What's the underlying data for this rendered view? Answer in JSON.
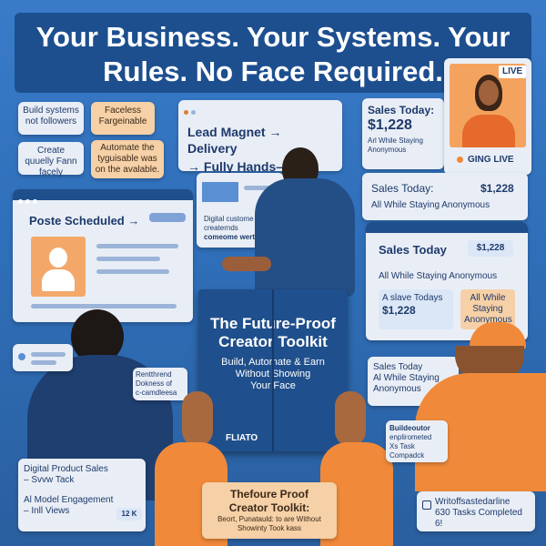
{
  "headline": {
    "line1": "Your Business. Your Systems. Your",
    "line2": "Rules. No Face Required."
  },
  "notes": {
    "n1": "Build systems not followers",
    "n2": "Faceless Fargeinable",
    "n3": "Create quuelly Fann facely",
    "n4": "Automate the tyguisable was on the avalable."
  },
  "lead_card": {
    "line1": "Lead Magnet → Delivery",
    "line2": "→ Fully Hands–Off"
  },
  "posts_card": {
    "title": "Poste Scheduled →"
  },
  "digital_card": {
    "line1": "Digital custome",
    "line2": "creaternds",
    "line3": "comeome werted"
  },
  "sales1": {
    "title": "Sales Today:",
    "value": "$1,228",
    "sub": "Arl While Staying Anonymous"
  },
  "live_card": {
    "badge": "LIVE",
    "status": "GING LIVE"
  },
  "sales2": {
    "title": "Sales Today:",
    "value": "$1,228",
    "sub": "All While Staying Anonymous"
  },
  "sales3": {
    "title": "Sales Today",
    "value": "$1,228",
    "sub": "All While Staying Anonymous",
    "left_label": "A slave Todays",
    "left_value": "$1,228",
    "right_label": "All While Staying Anonymous"
  },
  "sales4": {
    "title": "Sales Today",
    "sub1": "Al While Staying",
    "sub2": "Anonymous"
  },
  "book": {
    "title1": "The Future-Proof",
    "title2": "Creator Toolkit",
    "sub1": "Build, Automate & Earn",
    "sub2": "Without Showing",
    "sub3": "Your Face",
    "brand": "FLIATO"
  },
  "left_note": {
    "line1": "Rentthrend",
    "line2": "Dokness of",
    "line3": "c-camdleesa"
  },
  "right_note": {
    "line1": "Buildeoutor",
    "line2": "enplirometed",
    "line3": "Xs Task",
    "line4": "Compadck"
  },
  "bottom_left": {
    "line1": "Digital Product Sales",
    "line2": "– Svvw Tack",
    "line3": "Al Model Engagement",
    "line4": "– Inll Views",
    "badge": "12 K"
  },
  "bottom_center": {
    "line1": "Thefoure Proof",
    "line2": "Creator Toolkit:",
    "line3": "Beort, Punatauld: to are Without",
    "line4": "Showinty Took kass"
  },
  "bottom_right": {
    "line1": "Writoffsastedarline",
    "line2": "630 Tasks Completed 6!"
  },
  "colors": {
    "navy": "#1d4f8f",
    "orange": "#f08a3a",
    "card": "#e9eef6"
  }
}
